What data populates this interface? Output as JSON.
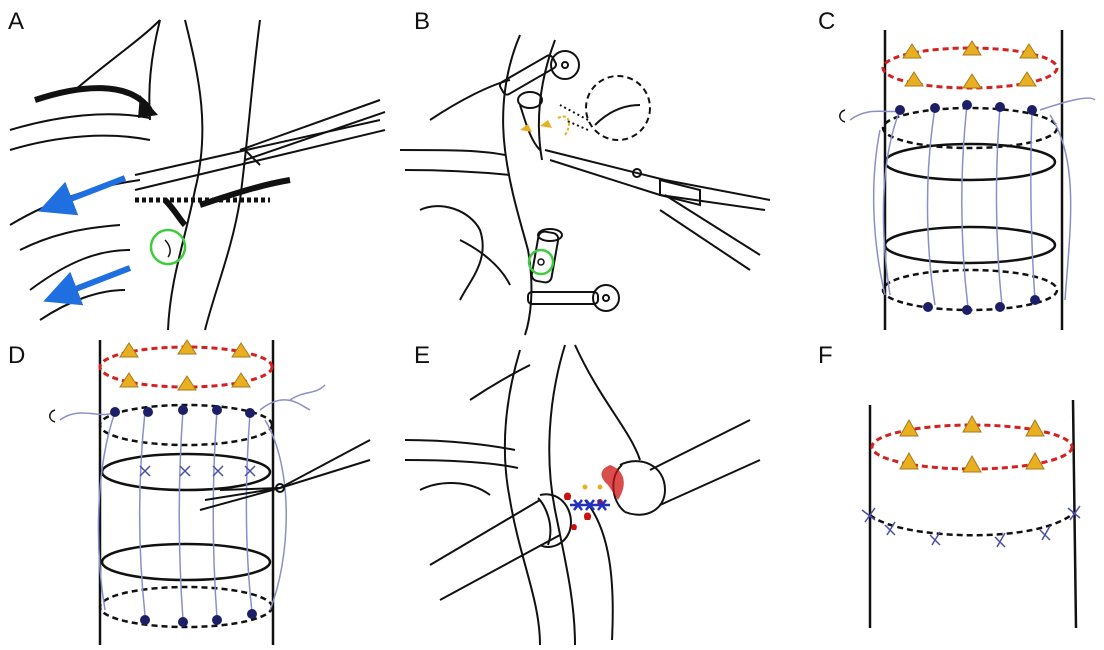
{
  "figure": {
    "panels": [
      {
        "label": "A"
      },
      {
        "label": "B"
      },
      {
        "label": "C"
      },
      {
        "label": "D"
      },
      {
        "label": "E"
      },
      {
        "label": "F"
      }
    ]
  },
  "colors": {
    "line": "#111111",
    "arrow_blue": "#1f6fe0",
    "highlight_green": "#3ecb3e",
    "dashed_red": "#d62020",
    "triangle_gold": "#e8b020",
    "triangle_stroke": "#a9781a",
    "suture_lavender": "#8b8fc9",
    "suture_navy": "#1c1f66",
    "stitch_blue": "#2030c0",
    "blood_red": "#cc1111"
  }
}
